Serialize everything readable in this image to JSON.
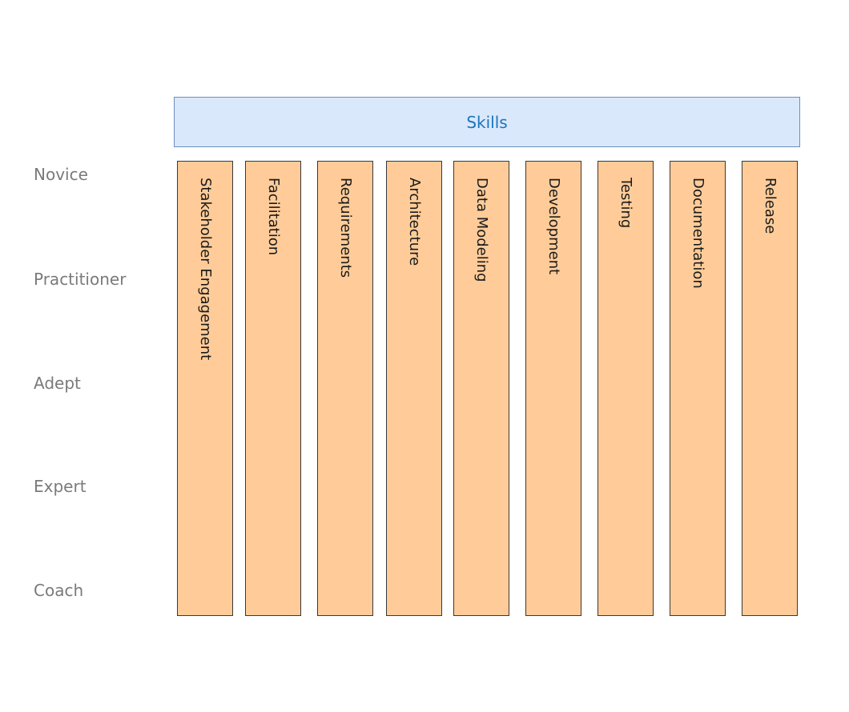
{
  "header": {
    "title": "Skills"
  },
  "levels": [
    "Novice",
    "Practitioner",
    "Adept",
    "Expert",
    "Coach"
  ],
  "skills": [
    "Stakeholder Engagement",
    "Facilitation",
    "Requirements",
    "Architecture",
    "Data Modeling",
    "Development",
    "Testing",
    "Documentation",
    "Release"
  ],
  "colors": {
    "header_fill": "#dae8fc",
    "header_stroke": "#6c8ebf",
    "header_text": "#1b75bb",
    "skill_fill": "#ffcc99",
    "skill_stroke": "#36393d",
    "level_text": "#7a7a7a"
  }
}
